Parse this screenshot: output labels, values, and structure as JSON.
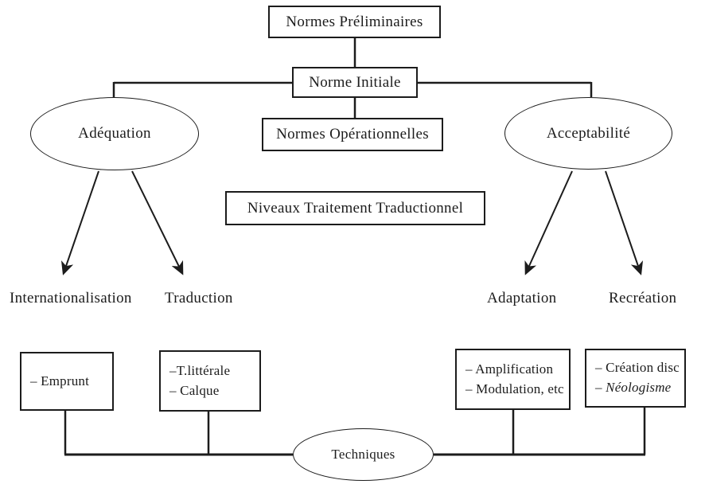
{
  "canvas": {
    "background": "#ffffff",
    "ink": "#1c1c1c"
  },
  "boxes": {
    "preliminaires": "Normes Préliminaires",
    "initiale": "Norme Initiale",
    "operationnelles": "Normes Opérationnelles",
    "niveaux": "Niveaux Traitement Traductionnel"
  },
  "ellipses": {
    "adequation": "Adéquation",
    "acceptabilite": "Acceptabilité",
    "techniques": "Techniques"
  },
  "branch_labels": {
    "internationalisation": "Internationalisation",
    "traduction": "Traduction",
    "adaptation": "Adaptation",
    "recreation": "Recréation"
  },
  "technique_boxes": {
    "emprunt": {
      "lines": [
        "– Emprunt"
      ]
    },
    "litterale": {
      "lines": [
        "–T.littérale",
        "– Calque"
      ]
    },
    "amplification": {
      "lines": [
        "– Amplification",
        "– Modulation, etc"
      ]
    },
    "creation": {
      "lines": [
        "– Création disc",
        "– Néologisme"
      ]
    }
  }
}
